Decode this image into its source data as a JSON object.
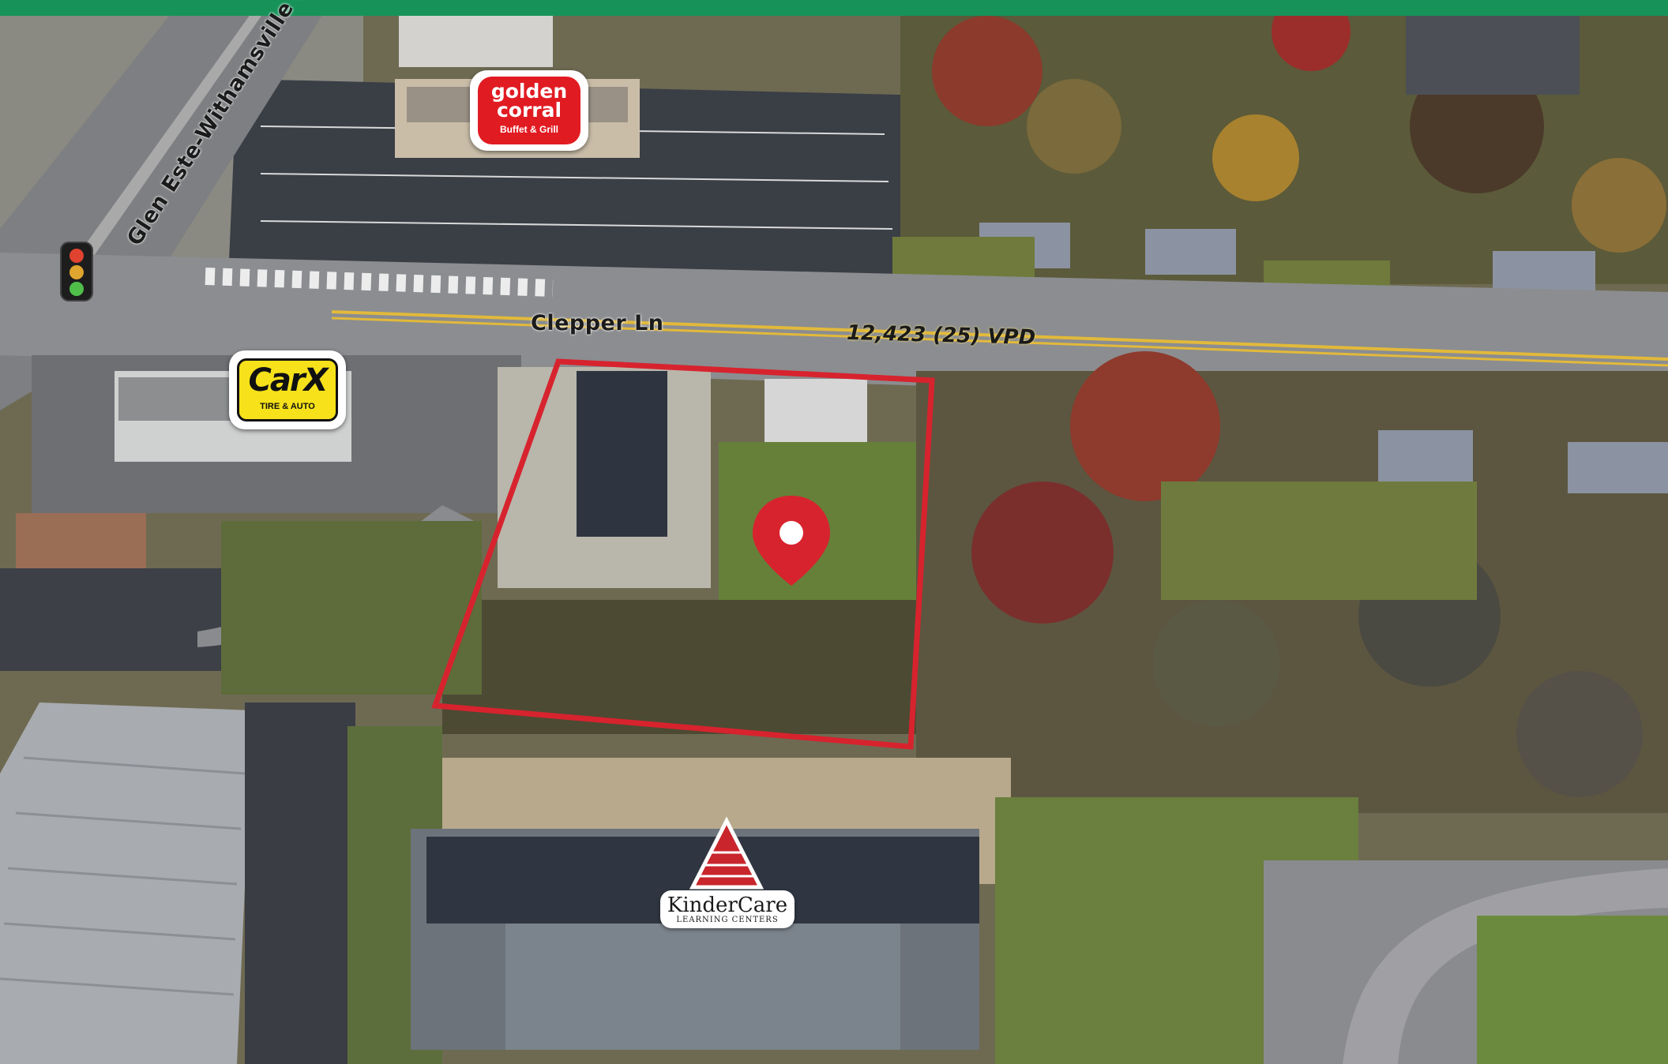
{
  "map": {
    "roads": {
      "clepper": "Clepper Ln",
      "glen_este": "Glen Este-Withamsville Rd"
    },
    "traffic_count": "12,423 (25) VPD",
    "businesses": {
      "golden_corral": {
        "line1": "golden",
        "line2": "corral",
        "line3": "Buffet & Grill"
      },
      "carx": {
        "line1": "CarX",
        "line2": "TIRE & AUTO"
      },
      "kindercare": {
        "line1": "KinderCare",
        "line2": "LEARNING CENTERS"
      }
    },
    "colors": {
      "top_band": "#17935a",
      "site_outline": "#d7232e",
      "pin": "#d7232e",
      "golden_corral_red": "#e11b22",
      "carx_yellow": "#f6e11a",
      "kindercare_red": "#c8262c"
    },
    "icons": [
      "traffic-light-icon",
      "map-pin-icon"
    ]
  }
}
